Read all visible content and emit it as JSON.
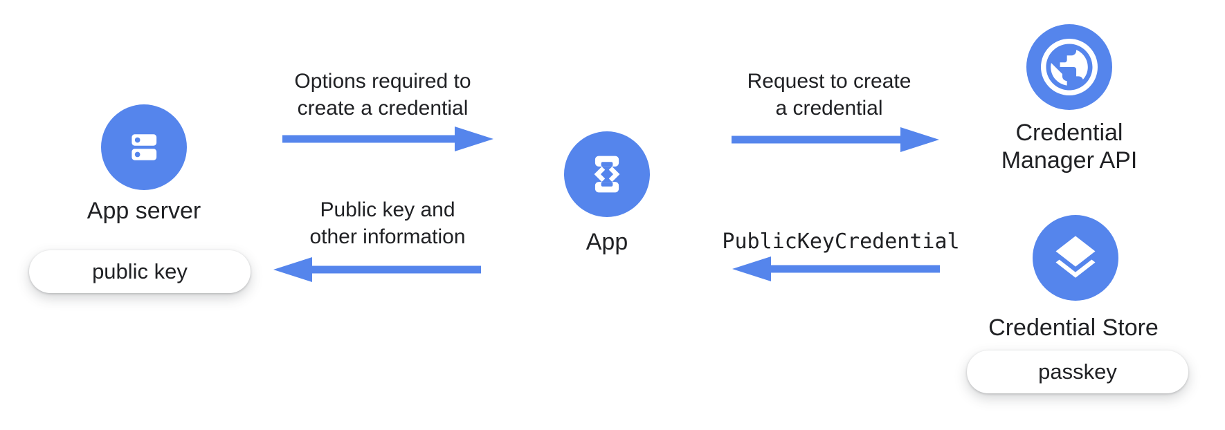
{
  "palette": {
    "blue": "#5585EC",
    "text": "#202124",
    "pill_bg": "#ffffff"
  },
  "nodes": {
    "app_server": {
      "label": "App server",
      "icon": "server-icon",
      "badge": "public key"
    },
    "app": {
      "label": "App",
      "icon": "phone-code-icon"
    },
    "credential_manager_api": {
      "label_line1": "Credential",
      "label_line2": "Manager API",
      "icon": "globe-icon"
    },
    "credential_store": {
      "label": "Credential Store",
      "icon": "layers-icon",
      "badge": "passkey"
    }
  },
  "arrows": {
    "options": {
      "label_line1": "Options required to",
      "label_line2": "create a credential",
      "direction": "right",
      "from": "App server",
      "to": "App"
    },
    "public_key_info": {
      "label_line1": "Public key and",
      "label_line2": "other information",
      "direction": "left",
      "from": "App",
      "to": "App server"
    },
    "request_create": {
      "label_line1": "Request to create",
      "label_line2": "a credential",
      "direction": "right",
      "from": "App",
      "to": "Credential Manager API"
    },
    "public_key_credential": {
      "label": "PublicKeyCredential",
      "direction": "left",
      "from": "Credential Store",
      "to": "App"
    }
  }
}
